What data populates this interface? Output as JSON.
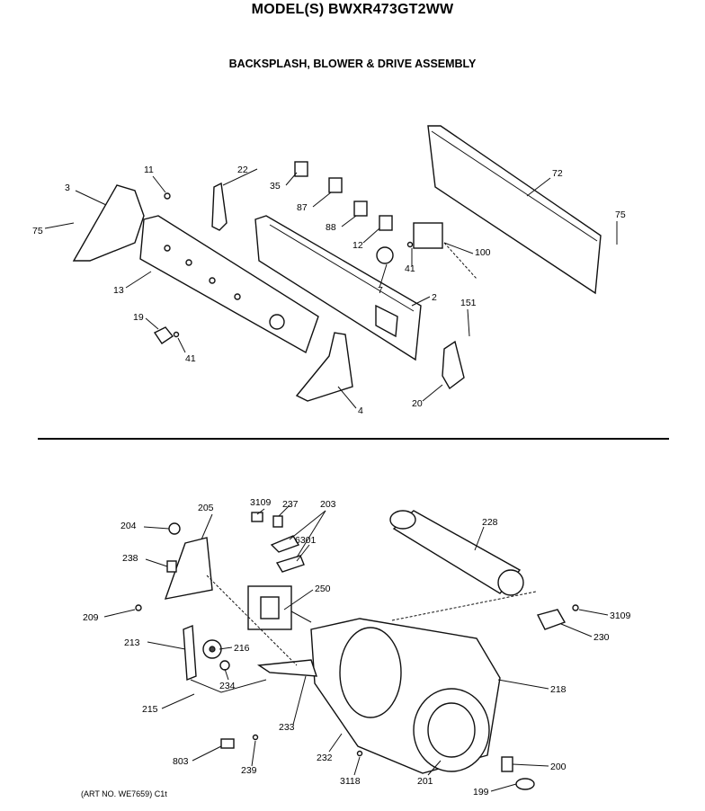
{
  "model_title": "MODEL(S) BWXR473GT2WW",
  "section_title": "BACKSPLASH, BLOWER & DRIVE ASSEMBLY",
  "art_note": "(ART NO. WE7659) C1t",
  "upper_labels": [
    "11",
    "22",
    "35",
    "72",
    "3",
    "75",
    "87",
    "88",
    "75",
    "12",
    "100",
    "41",
    "7",
    "13",
    "2",
    "151",
    "19",
    "41",
    "4",
    "20"
  ],
  "lower_labels": [
    "3109",
    "237",
    "203",
    "205",
    "228",
    "204",
    "6301",
    "238",
    "250",
    "209",
    "3109",
    "230",
    "213",
    "216",
    "234",
    "218",
    "215",
    "233",
    "232",
    "200",
    "803",
    "239",
    "3118",
    "201",
    "199"
  ]
}
